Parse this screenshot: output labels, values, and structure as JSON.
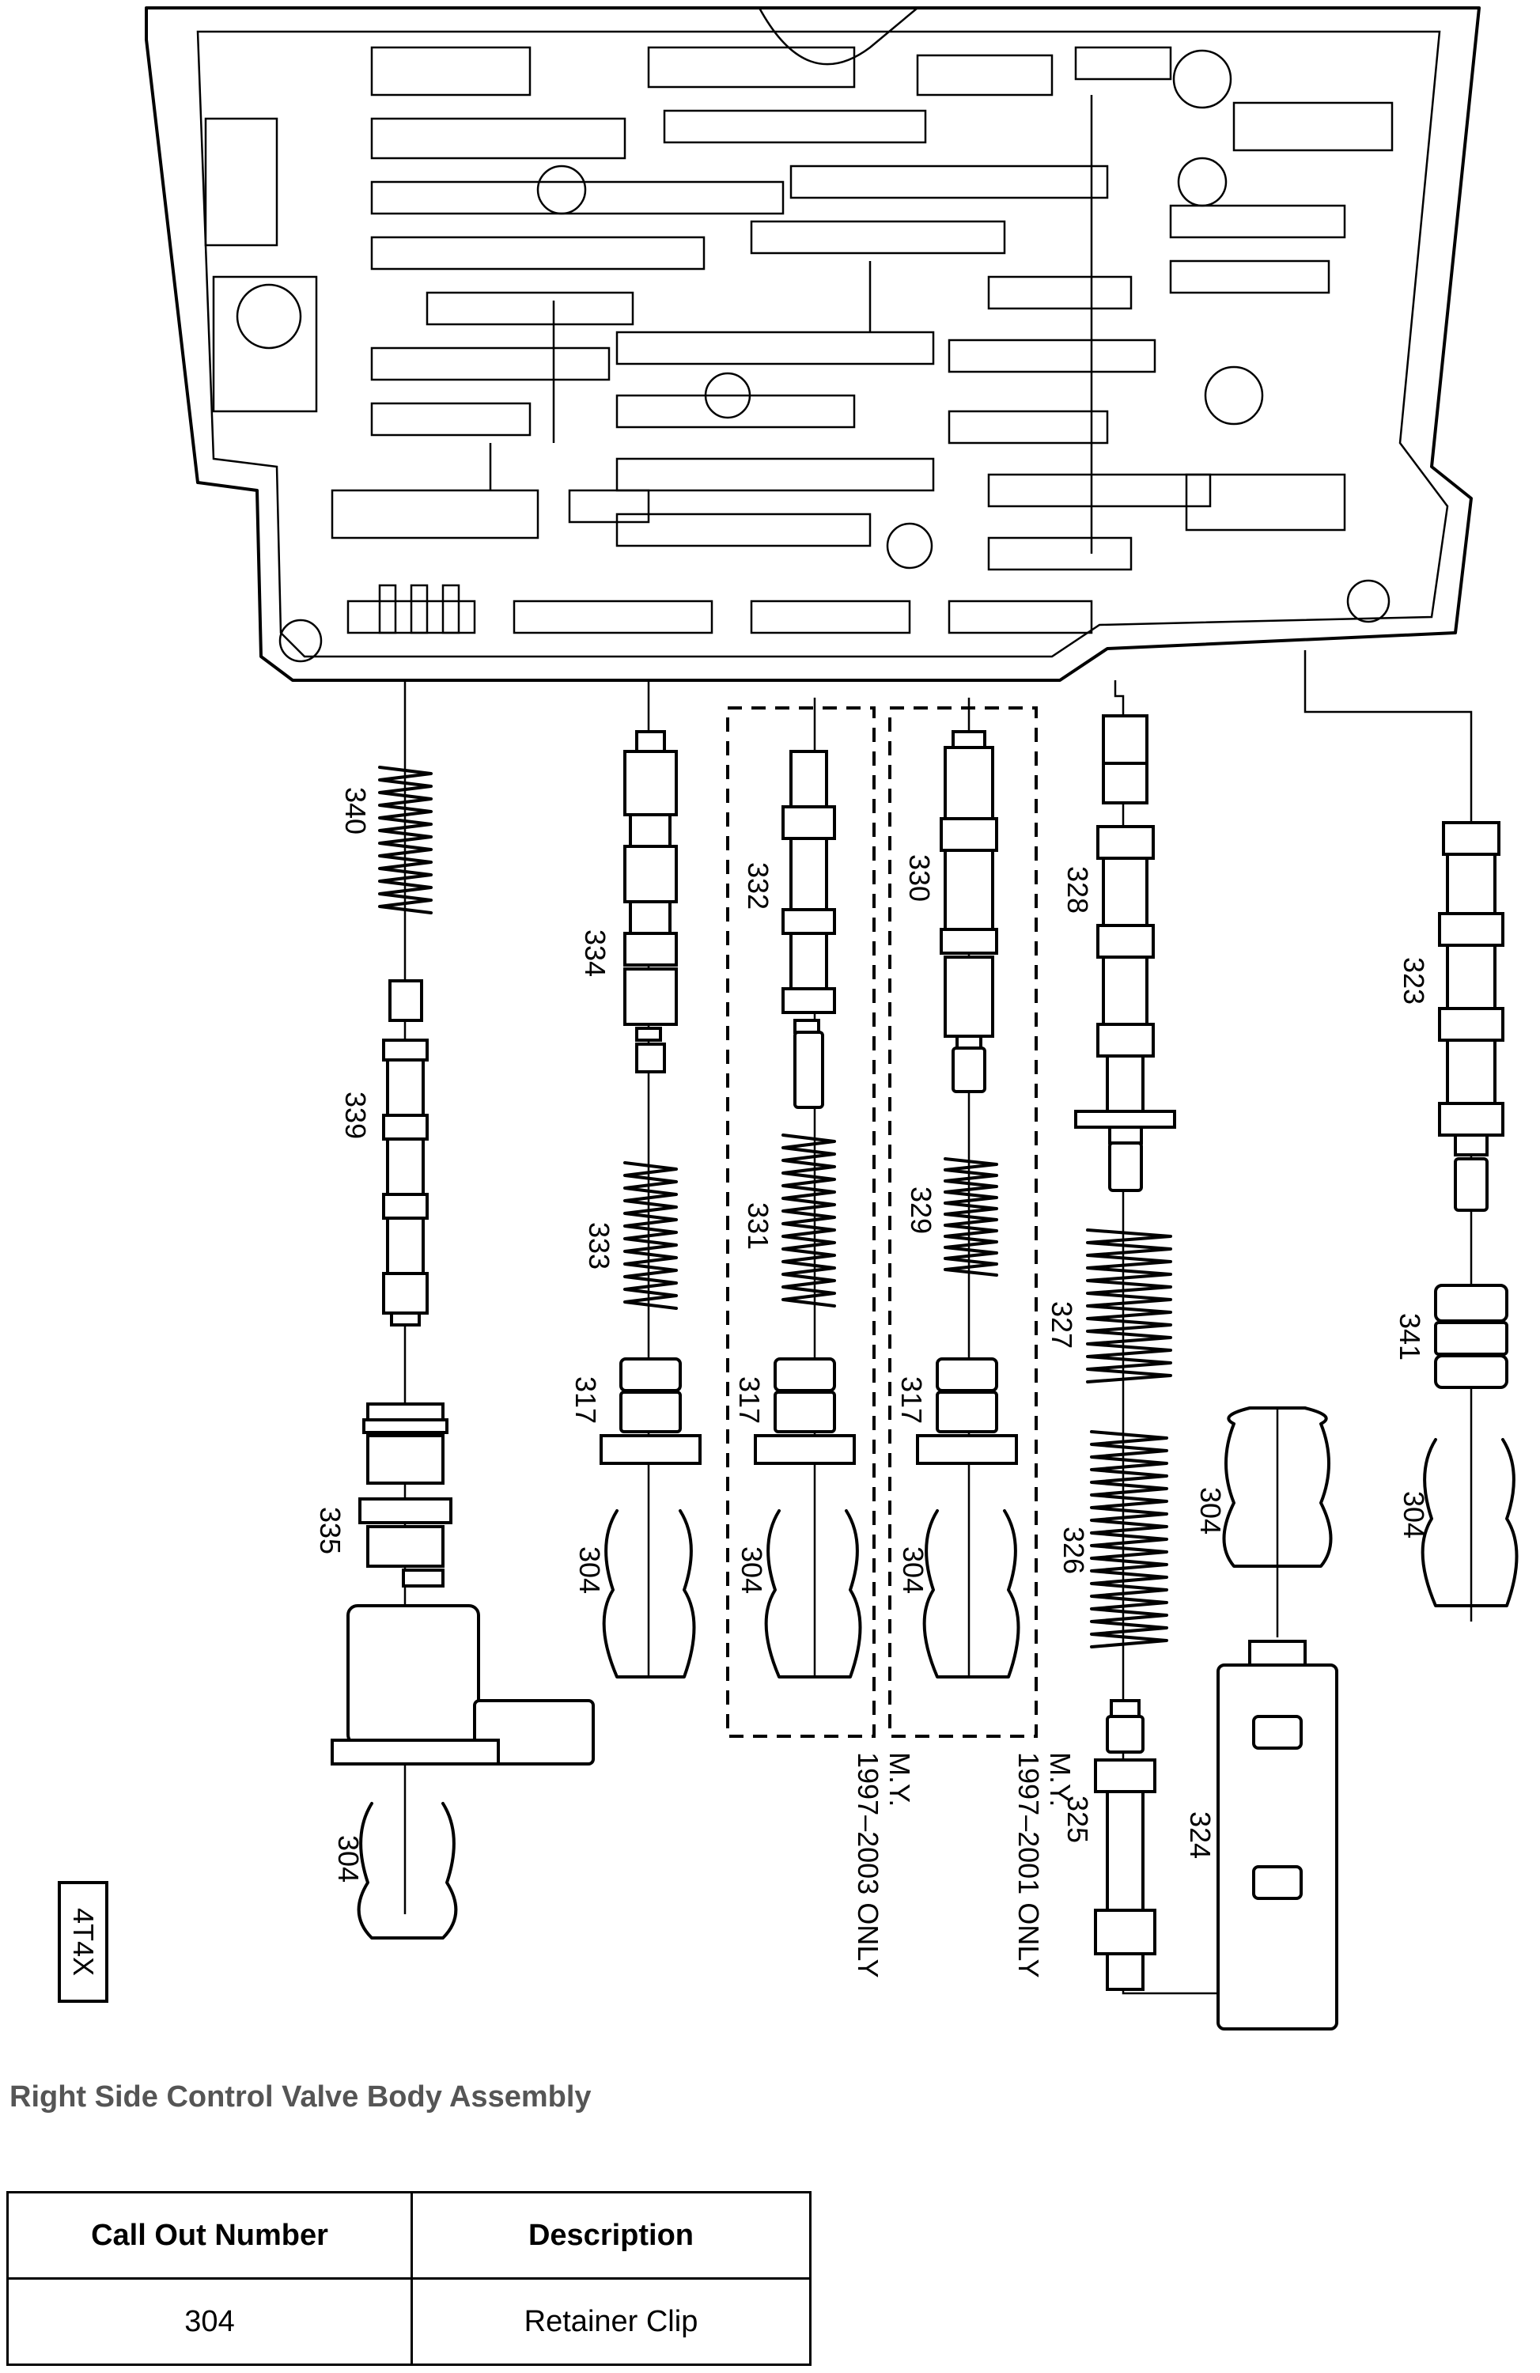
{
  "diagram": {
    "callouts": [
      "340",
      "339",
      "335",
      "304",
      "334",
      "333",
      "317",
      "332",
      "331",
      "330",
      "329",
      "328",
      "327",
      "326",
      "325",
      "324",
      "323",
      "341"
    ],
    "notes": {
      "left_line1": "M.Y.",
      "left_line2": "1997–2003 ONLY",
      "right_line1": "M.Y.",
      "right_line2": "1997–2001 ONLY"
    },
    "model_tag": "4T4X"
  },
  "caption": "Right Side Control Valve Body Assembly",
  "table": {
    "headers": [
      "Call Out Number",
      "Description"
    ],
    "rows": [
      [
        "304",
        "Retainer Clip"
      ]
    ]
  }
}
